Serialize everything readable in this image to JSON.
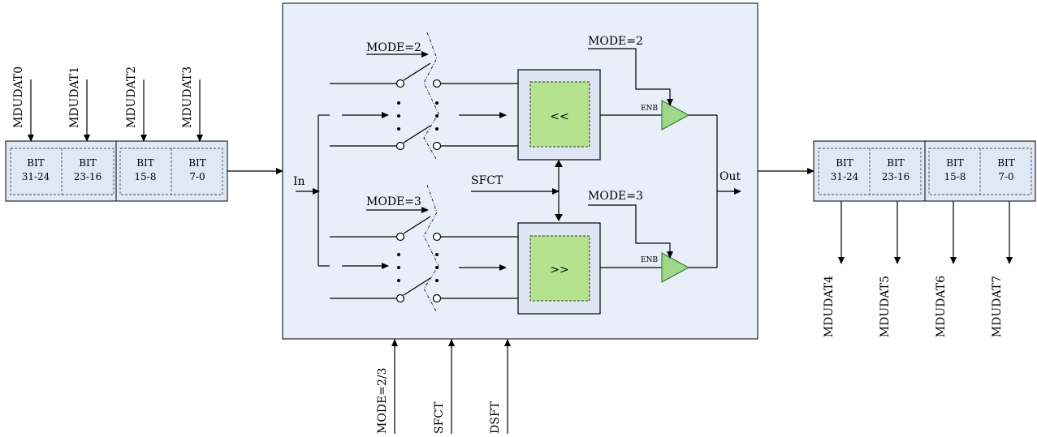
{
  "input_register": {
    "signals": [
      "MDUDAT0",
      "MDUDAT1",
      "MDUDAT2",
      "MDUDAT3"
    ],
    "fields": [
      {
        "top": "BIT",
        "bottom": "31-24"
      },
      {
        "top": "BIT",
        "bottom": "23-16"
      },
      {
        "top": "BIT",
        "bottom": "15-8"
      },
      {
        "top": "BIT",
        "bottom": "7-0"
      }
    ]
  },
  "output_register": {
    "signals": [
      "MDUDAT4",
      "MDUDAT5",
      "MDUDAT6",
      "MDUDAT7"
    ],
    "fields": [
      {
        "top": "BIT",
        "bottom": "31-24"
      },
      {
        "top": "BIT",
        "bottom": "23-16"
      },
      {
        "top": "BIT",
        "bottom": "15-8"
      },
      {
        "top": "BIT",
        "bottom": "7-0"
      }
    ]
  },
  "shift_unit": {
    "in_label": "In",
    "out_label": "Out",
    "upper": {
      "mode_switch": "MODE=2",
      "mode_enable": "MODE=2",
      "shifter_symbol": "<<",
      "enable_label": "ENB"
    },
    "lower": {
      "mode_switch": "MODE=3",
      "mode_enable": "MODE=3",
      "shifter_symbol": ">>",
      "enable_label": "ENB"
    },
    "control": "SFCT"
  },
  "bottom_inputs": [
    "MODE=2/3",
    "SFCT",
    "DSFT"
  ],
  "colors": {
    "main_block": "#e9eff8",
    "register": "#dfe8f5",
    "shifter_core": "#b3e38f",
    "buffer": "#9ed98a"
  }
}
